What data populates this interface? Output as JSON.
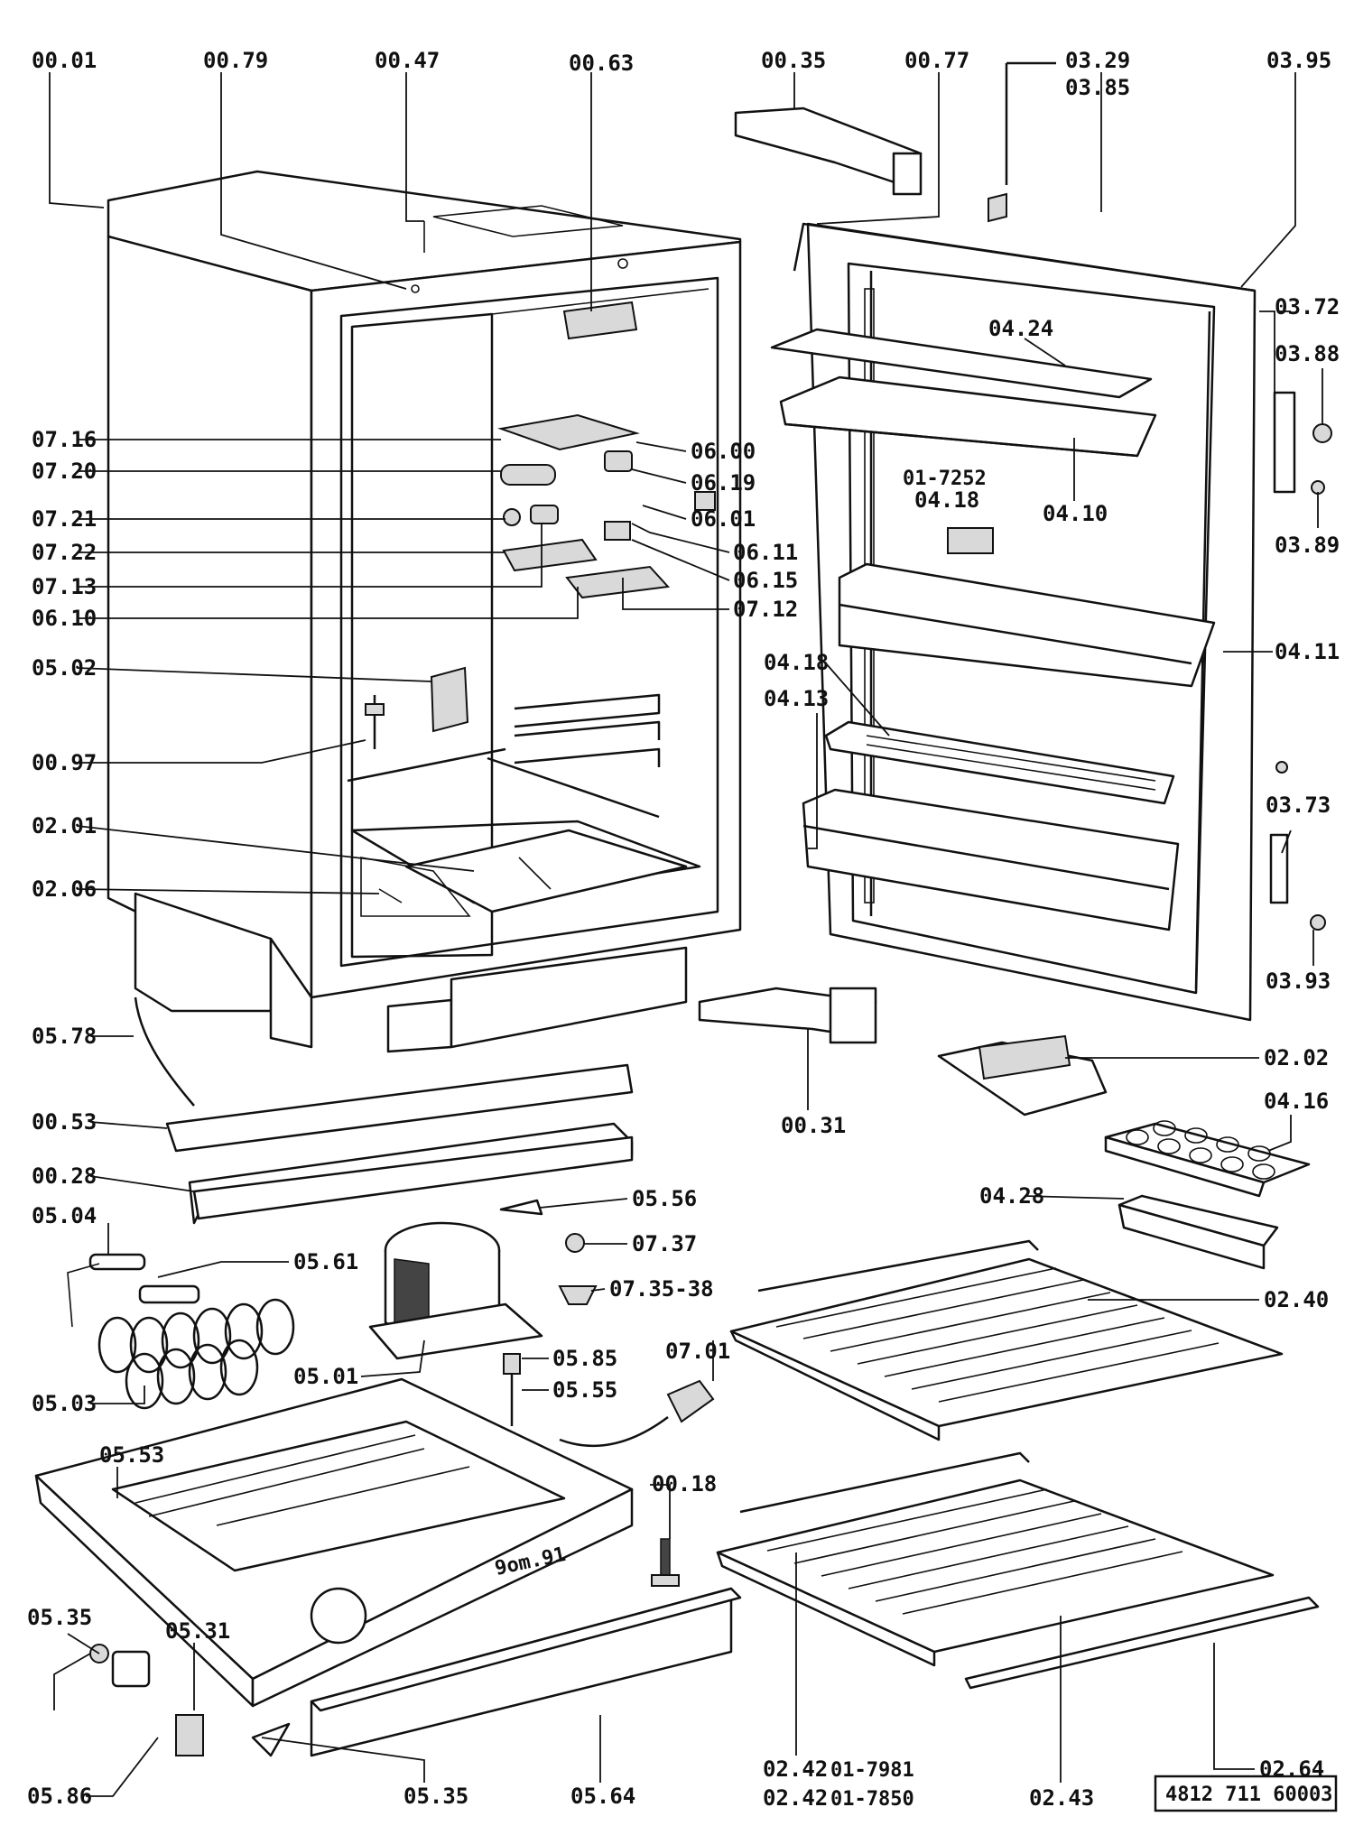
{
  "labels": {
    "l0001": "00.01",
    "l0079": "00.79",
    "l0047": "00.47",
    "l0063": "00.63",
    "l0035": "00.35",
    "l0077": "00.77",
    "l0329": "03.29",
    "l0385": "03.85",
    "l0395": "03.95",
    "l0372": "03.72",
    "l0388": "03.88",
    "l0389": "03.89",
    "l0424": "04.24",
    "l0410": "04.10",
    "l0418": "04.18",
    "l017252": "01-7252",
    "l0411": "04.11",
    "l0418b": "04.18",
    "l0413": "04.13",
    "l0373": "03.73",
    "l0393": "03.93",
    "l0716": "07.16",
    "l0720": "07.20",
    "l0721": "07.21",
    "l0722": "07.22",
    "l0713": "07.13",
    "l0610": "06.10",
    "l0502": "05.02",
    "l0097": "00.97",
    "l0201": "02.01",
    "l0206": "02.06",
    "l0600": "06.00",
    "l0619": "06.19",
    "l0601": "06.01",
    "l0611": "06.11",
    "l0615": "06.15",
    "l0712": "07.12",
    "l0578": "05.78",
    "l0053": "00.53",
    "l0028": "00.28",
    "l0504": "05.04",
    "l0561": "05.61",
    "l0503": "05.03",
    "l0501": "05.01",
    "l0556": "05.56",
    "l0737": "07.37",
    "l073538": "07.35-38",
    "l0585": "05.85",
    "l0555": "05.55",
    "l0701": "07.01",
    "l0031": "00.31",
    "l0202": "02.02",
    "l0416": "04.16",
    "l0428": "04.28",
    "l0240": "02.40",
    "l0553": "05.53",
    "l0018": "00.18",
    "l0535": "05.35",
    "l0531": "05.31",
    "l0586": "05.86",
    "l0535b": "05.35",
    "l0564": "05.64",
    "l0242a": "02.42",
    "l017981": "01-7981",
    "l0242b": "02.42",
    "l017850": "01-7850",
    "l0243": "02.43",
    "l0264": "02.64",
    "stamp": "9om.91"
  },
  "document_number": "4812 711 60003"
}
